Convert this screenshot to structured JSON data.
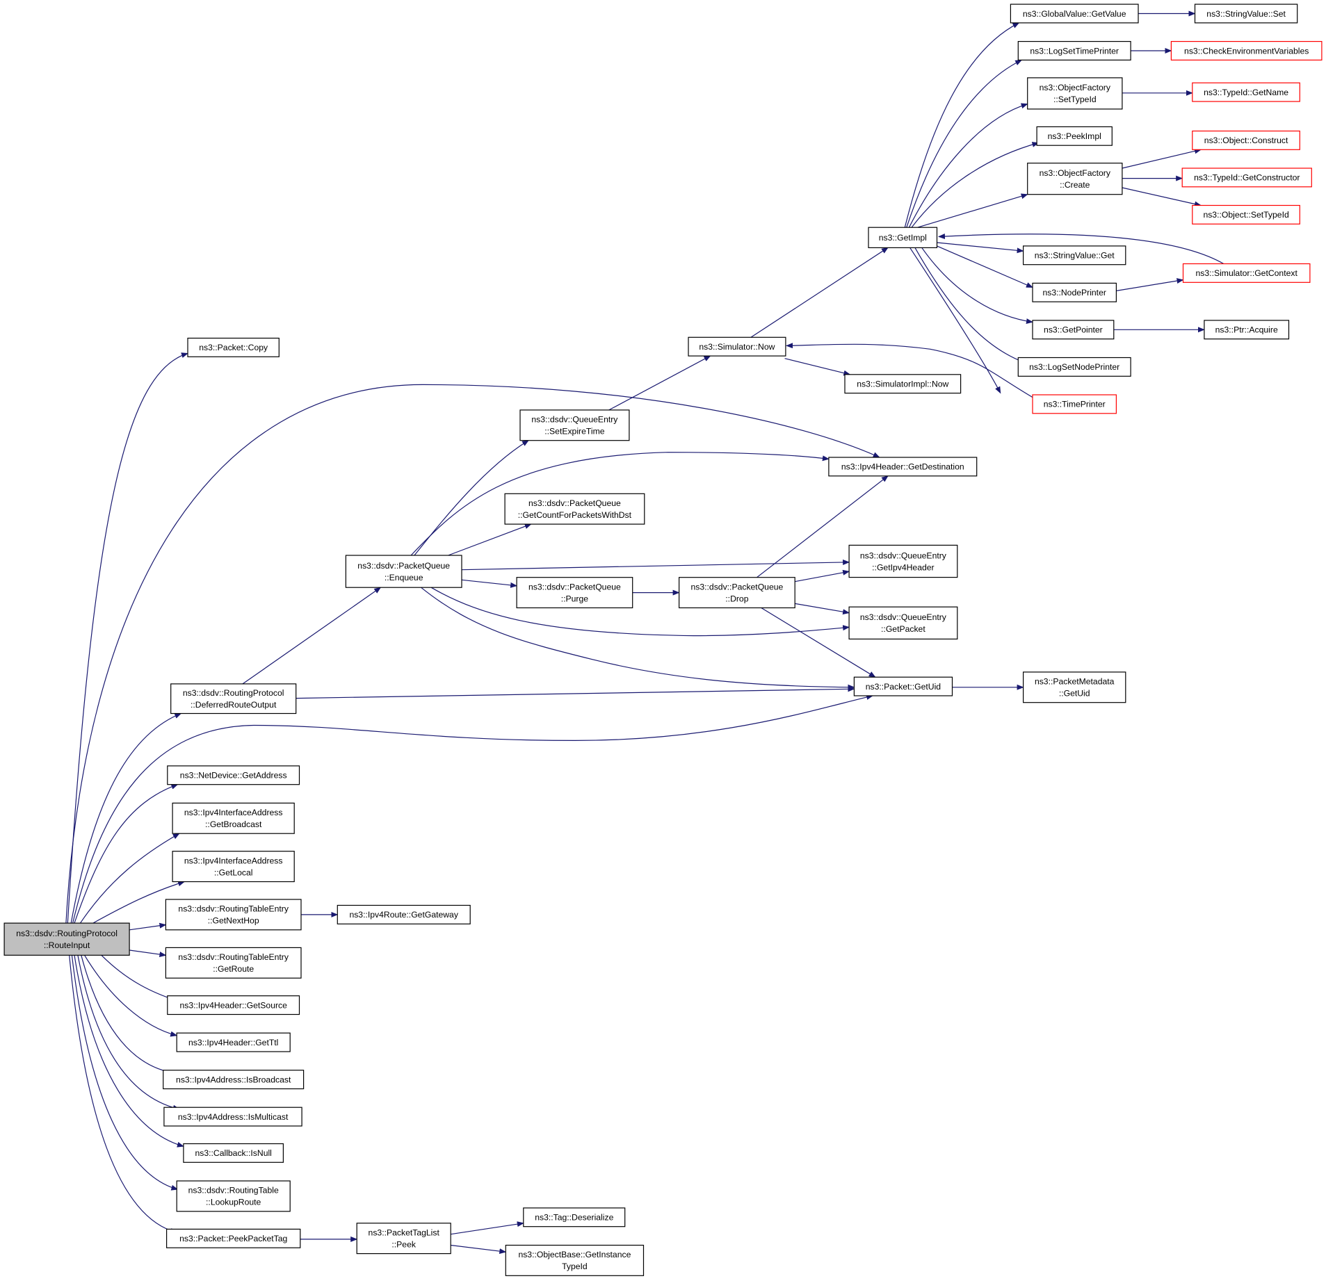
{
  "colors": {
    "edge": "#191970",
    "box_border": "#000000",
    "truncated_border": "#ff0000",
    "root_fill": "#bfbfbf",
    "box_fill": "#ffffff"
  },
  "nodes": [
    {
      "id": "root",
      "lines": [
        "ns3::dsdv::RoutingProtocol",
        "::RouteInput"
      ],
      "root": true
    },
    {
      "id": "packetCopy",
      "lines": [
        "ns3::Packet::Copy"
      ]
    },
    {
      "id": "deferred",
      "lines": [
        "ns3::dsdv::RoutingProtocol",
        "::DeferredRouteOutput"
      ]
    },
    {
      "id": "netdevGetAddress",
      "lines": [
        "ns3::NetDevice::GetAddress"
      ]
    },
    {
      "id": "ifaceGetBroadcast",
      "lines": [
        "ns3::Ipv4InterfaceAddress",
        "::GetBroadcast"
      ]
    },
    {
      "id": "ifaceGetLocal",
      "lines": [
        "ns3::Ipv4InterfaceAddress",
        "::GetLocal"
      ]
    },
    {
      "id": "rteGetNextHop",
      "lines": [
        "ns3::dsdv::RoutingTableEntry",
        "::GetNextHop"
      ]
    },
    {
      "id": "rteGetRoute",
      "lines": [
        "ns3::dsdv::RoutingTableEntry",
        "::GetRoute"
      ]
    },
    {
      "id": "hdrGetSource",
      "lines": [
        "ns3::Ipv4Header::GetSource"
      ]
    },
    {
      "id": "hdrGetTtl",
      "lines": [
        "ns3::Ipv4Header::GetTtl"
      ]
    },
    {
      "id": "addrIsBroadcast",
      "lines": [
        "ns3::Ipv4Address::IsBroadcast"
      ]
    },
    {
      "id": "addrIsMulticast",
      "lines": [
        "ns3::Ipv4Address::IsMulticast"
      ]
    },
    {
      "id": "cbIsNull",
      "lines": [
        "ns3::Callback::IsNull"
      ]
    },
    {
      "id": "rtLookupRoute",
      "lines": [
        "ns3::dsdv::RoutingTable",
        "::LookupRoute"
      ]
    },
    {
      "id": "peekPacketTag",
      "lines": [
        "ns3::Packet::PeekPacketTag"
      ]
    },
    {
      "id": "routeGetGateway",
      "lines": [
        "ns3::Ipv4Route::GetGateway"
      ]
    },
    {
      "id": "tagListPeek",
      "lines": [
        "ns3::PacketTagList",
        "::Peek"
      ]
    },
    {
      "id": "tagDeserialize",
      "lines": [
        "ns3::Tag::Deserialize"
      ]
    },
    {
      "id": "getInstanceTypeId",
      "lines": [
        "ns3::ObjectBase::GetInstance",
        "TypeId"
      ]
    },
    {
      "id": "enqueue",
      "lines": [
        "ns3::dsdv::PacketQueue",
        "::Enqueue"
      ]
    },
    {
      "id": "setExpireTime",
      "lines": [
        "ns3::dsdv::QueueEntry",
        "::SetExpireTime"
      ]
    },
    {
      "id": "getCount",
      "lines": [
        "ns3::dsdv::PacketQueue",
        "::GetCountForPacketsWithDst"
      ]
    },
    {
      "id": "purge",
      "lines": [
        "ns3::dsdv::PacketQueue",
        "::Purge"
      ]
    },
    {
      "id": "drop",
      "lines": [
        "ns3::dsdv::PacketQueue",
        "::Drop"
      ]
    },
    {
      "id": "simNow",
      "lines": [
        "ns3::Simulator::Now"
      ]
    },
    {
      "id": "simImplNow",
      "lines": [
        "ns3::SimulatorImpl::Now"
      ]
    },
    {
      "id": "getDestination",
      "lines": [
        "ns3::Ipv4Header::GetDestination"
      ]
    },
    {
      "id": "getIpv4Header",
      "lines": [
        "ns3::dsdv::QueueEntry",
        "::GetIpv4Header"
      ]
    },
    {
      "id": "qeGetPacket",
      "lines": [
        "ns3::dsdv::QueueEntry",
        "::GetPacket"
      ]
    },
    {
      "id": "packetGetUid",
      "lines": [
        "ns3::Packet::GetUid"
      ]
    },
    {
      "id": "metadataGetUid",
      "lines": [
        "ns3::PacketMetadata",
        "::GetUid"
      ]
    },
    {
      "id": "getImpl",
      "lines": [
        "ns3::GetImpl"
      ]
    },
    {
      "id": "gvGetValue",
      "lines": [
        "ns3::GlobalValue::GetValue"
      ]
    },
    {
      "id": "logSetTimePrinter",
      "lines": [
        "ns3::LogSetTimePrinter"
      ]
    },
    {
      "id": "ofSetTypeId",
      "lines": [
        "ns3::ObjectFactory",
        "::SetTypeId"
      ]
    },
    {
      "id": "peekImpl",
      "lines": [
        "ns3::PeekImpl"
      ]
    },
    {
      "id": "ofCreate",
      "lines": [
        "ns3::ObjectFactory",
        "::Create"
      ]
    },
    {
      "id": "svGet",
      "lines": [
        "ns3::StringValue::Get"
      ]
    },
    {
      "id": "nodePrinter",
      "lines": [
        "ns3::NodePrinter"
      ]
    },
    {
      "id": "getPointer",
      "lines": [
        "ns3::GetPointer"
      ]
    },
    {
      "id": "logSetNodePrinter",
      "lines": [
        "ns3::LogSetNodePrinter"
      ]
    },
    {
      "id": "timePrinter",
      "lines": [
        "ns3::TimePrinter"
      ],
      "truncated": true
    },
    {
      "id": "svSet",
      "lines": [
        "ns3::StringValue::Set"
      ]
    },
    {
      "id": "checkEnv",
      "lines": [
        "ns3::CheckEnvironmentVariables"
      ],
      "truncated": true
    },
    {
      "id": "typeIdGetName",
      "lines": [
        "ns3::TypeId::GetName"
      ],
      "truncated": true
    },
    {
      "id": "objConstruct",
      "lines": [
        "ns3::Object::Construct"
      ],
      "truncated": true
    },
    {
      "id": "typeIdGetCtor",
      "lines": [
        "ns3::TypeId::GetConstructor"
      ],
      "truncated": true
    },
    {
      "id": "objSetTypeId",
      "lines": [
        "ns3::Object::SetTypeId"
      ],
      "truncated": true
    },
    {
      "id": "simGetContext",
      "lines": [
        "ns3::Simulator::GetContext"
      ],
      "truncated": true
    },
    {
      "id": "ptrAcquire",
      "lines": [
        "ns3::Ptr::Acquire"
      ]
    }
  ],
  "edges": [
    [
      "root",
      "packetCopy"
    ],
    [
      "root",
      "getDestination"
    ],
    [
      "root",
      "deferred"
    ],
    [
      "root",
      "packetGetUid"
    ],
    [
      "root",
      "netdevGetAddress"
    ],
    [
      "root",
      "ifaceGetBroadcast"
    ],
    [
      "root",
      "ifaceGetLocal"
    ],
    [
      "root",
      "rteGetNextHop"
    ],
    [
      "root",
      "rteGetRoute"
    ],
    [
      "root",
      "hdrGetSource"
    ],
    [
      "root",
      "hdrGetTtl"
    ],
    [
      "root",
      "addrIsBroadcast"
    ],
    [
      "root",
      "addrIsMulticast"
    ],
    [
      "root",
      "cbIsNull"
    ],
    [
      "root",
      "rtLookupRoute"
    ],
    [
      "root",
      "peekPacketTag"
    ],
    [
      "deferred",
      "enqueue"
    ],
    [
      "deferred",
      "packetGetUid"
    ],
    [
      "rteGetNextHop",
      "routeGetGateway"
    ],
    [
      "peekPacketTag",
      "tagListPeek"
    ],
    [
      "tagListPeek",
      "tagDeserialize"
    ],
    [
      "tagListPeek",
      "getInstanceTypeId"
    ],
    [
      "enqueue",
      "setExpireTime"
    ],
    [
      "enqueue",
      "getDestination"
    ],
    [
      "enqueue",
      "getCount"
    ],
    [
      "enqueue",
      "getIpv4Header"
    ],
    [
      "enqueue",
      "purge"
    ],
    [
      "enqueue",
      "qeGetPacket"
    ],
    [
      "enqueue",
      "packetGetUid"
    ],
    [
      "purge",
      "drop"
    ],
    [
      "drop",
      "getDestination"
    ],
    [
      "drop",
      "getIpv4Header"
    ],
    [
      "drop",
      "qeGetPacket"
    ],
    [
      "drop",
      "packetGetUid"
    ],
    [
      "setExpireTime",
      "simNow"
    ],
    [
      "simNow",
      "getImpl"
    ],
    [
      "simNow",
      "simImplNow"
    ],
    [
      "packetGetUid",
      "metadataGetUid"
    ],
    [
      "getImpl",
      "gvGetValue"
    ],
    [
      "getImpl",
      "logSetTimePrinter"
    ],
    [
      "getImpl",
      "ofSetTypeId"
    ],
    [
      "getImpl",
      "peekImpl"
    ],
    [
      "getImpl",
      "ofCreate"
    ],
    [
      "getImpl",
      "svGet"
    ],
    [
      "getImpl",
      "nodePrinter"
    ],
    [
      "getImpl",
      "getPointer"
    ],
    [
      "getImpl",
      "logSetNodePrinter"
    ],
    [
      "getImpl",
      "timePrinter"
    ],
    [
      "gvGetValue",
      "svSet"
    ],
    [
      "logSetTimePrinter",
      "checkEnv"
    ],
    [
      "ofSetTypeId",
      "typeIdGetName"
    ],
    [
      "ofCreate",
      "objConstruct"
    ],
    [
      "ofCreate",
      "typeIdGetCtor"
    ],
    [
      "ofCreate",
      "objSetTypeId"
    ],
    [
      "nodePrinter",
      "simGetContext"
    ],
    [
      "simGetContext",
      "getImpl"
    ],
    [
      "getPointer",
      "ptrAcquire"
    ],
    [
      "timePrinter",
      "simNow"
    ]
  ]
}
